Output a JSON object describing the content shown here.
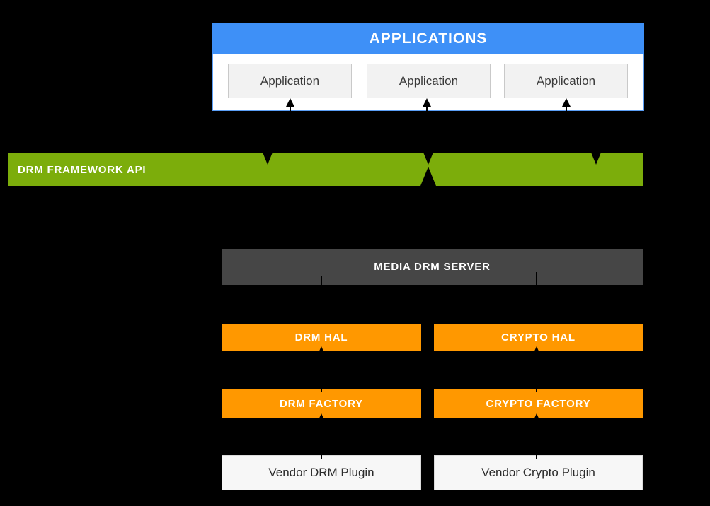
{
  "diagram": {
    "title_context": "DRM architecture stack",
    "applications": {
      "header": "APPLICATIONS",
      "items": [
        "Application",
        "Application",
        "Application"
      ]
    },
    "framework": {
      "label": "DRM FRAMEWORK API"
    },
    "media_server": {
      "label": "MEDIA DRM SERVER"
    },
    "hals": [
      {
        "label": "DRM HAL"
      },
      {
        "label": "CRYPTO HAL"
      }
    ],
    "factories": [
      {
        "label": "DRM FACTORY"
      },
      {
        "label": "CRYPTO FACTORY"
      }
    ],
    "plugins": [
      {
        "label": "Vendor DRM Plugin"
      },
      {
        "label": "Vendor Crypto Plugin"
      }
    ],
    "colors": {
      "background": "#000000",
      "applications_blue": "#3e90f7",
      "framework_green": "#7cad0b",
      "server_gray": "#464646",
      "hal_orange": "#ff9800",
      "light_box": "#f2f2f2",
      "plugin_box": "#f7f7f7",
      "arrow": "#000000",
      "text_light": "#ffffff",
      "text_dark": "#3a3a3a"
    }
  }
}
